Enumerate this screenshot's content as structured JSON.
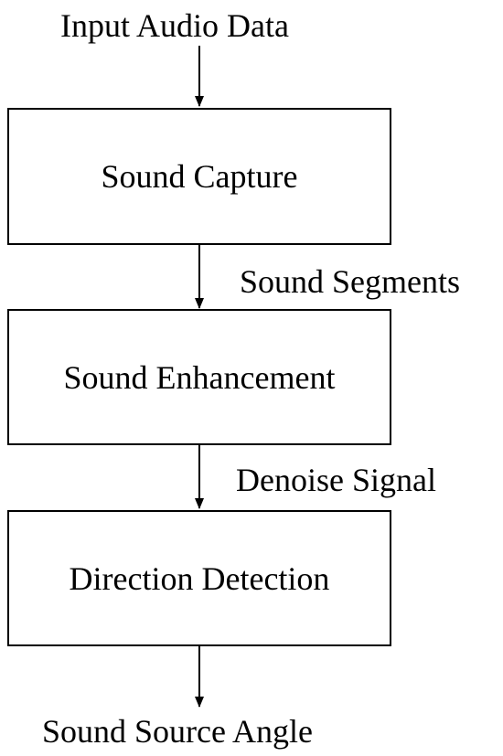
{
  "flowchart": {
    "input_label": "Input Audio Data",
    "steps": [
      {
        "label": "Sound Capture"
      },
      {
        "label": "Sound Enhancement"
      },
      {
        "label": "Direction Detection"
      }
    ],
    "edge_labels": [
      "Sound Segments",
      "Denoise Signal"
    ],
    "output_label": "Sound Source Angle"
  }
}
